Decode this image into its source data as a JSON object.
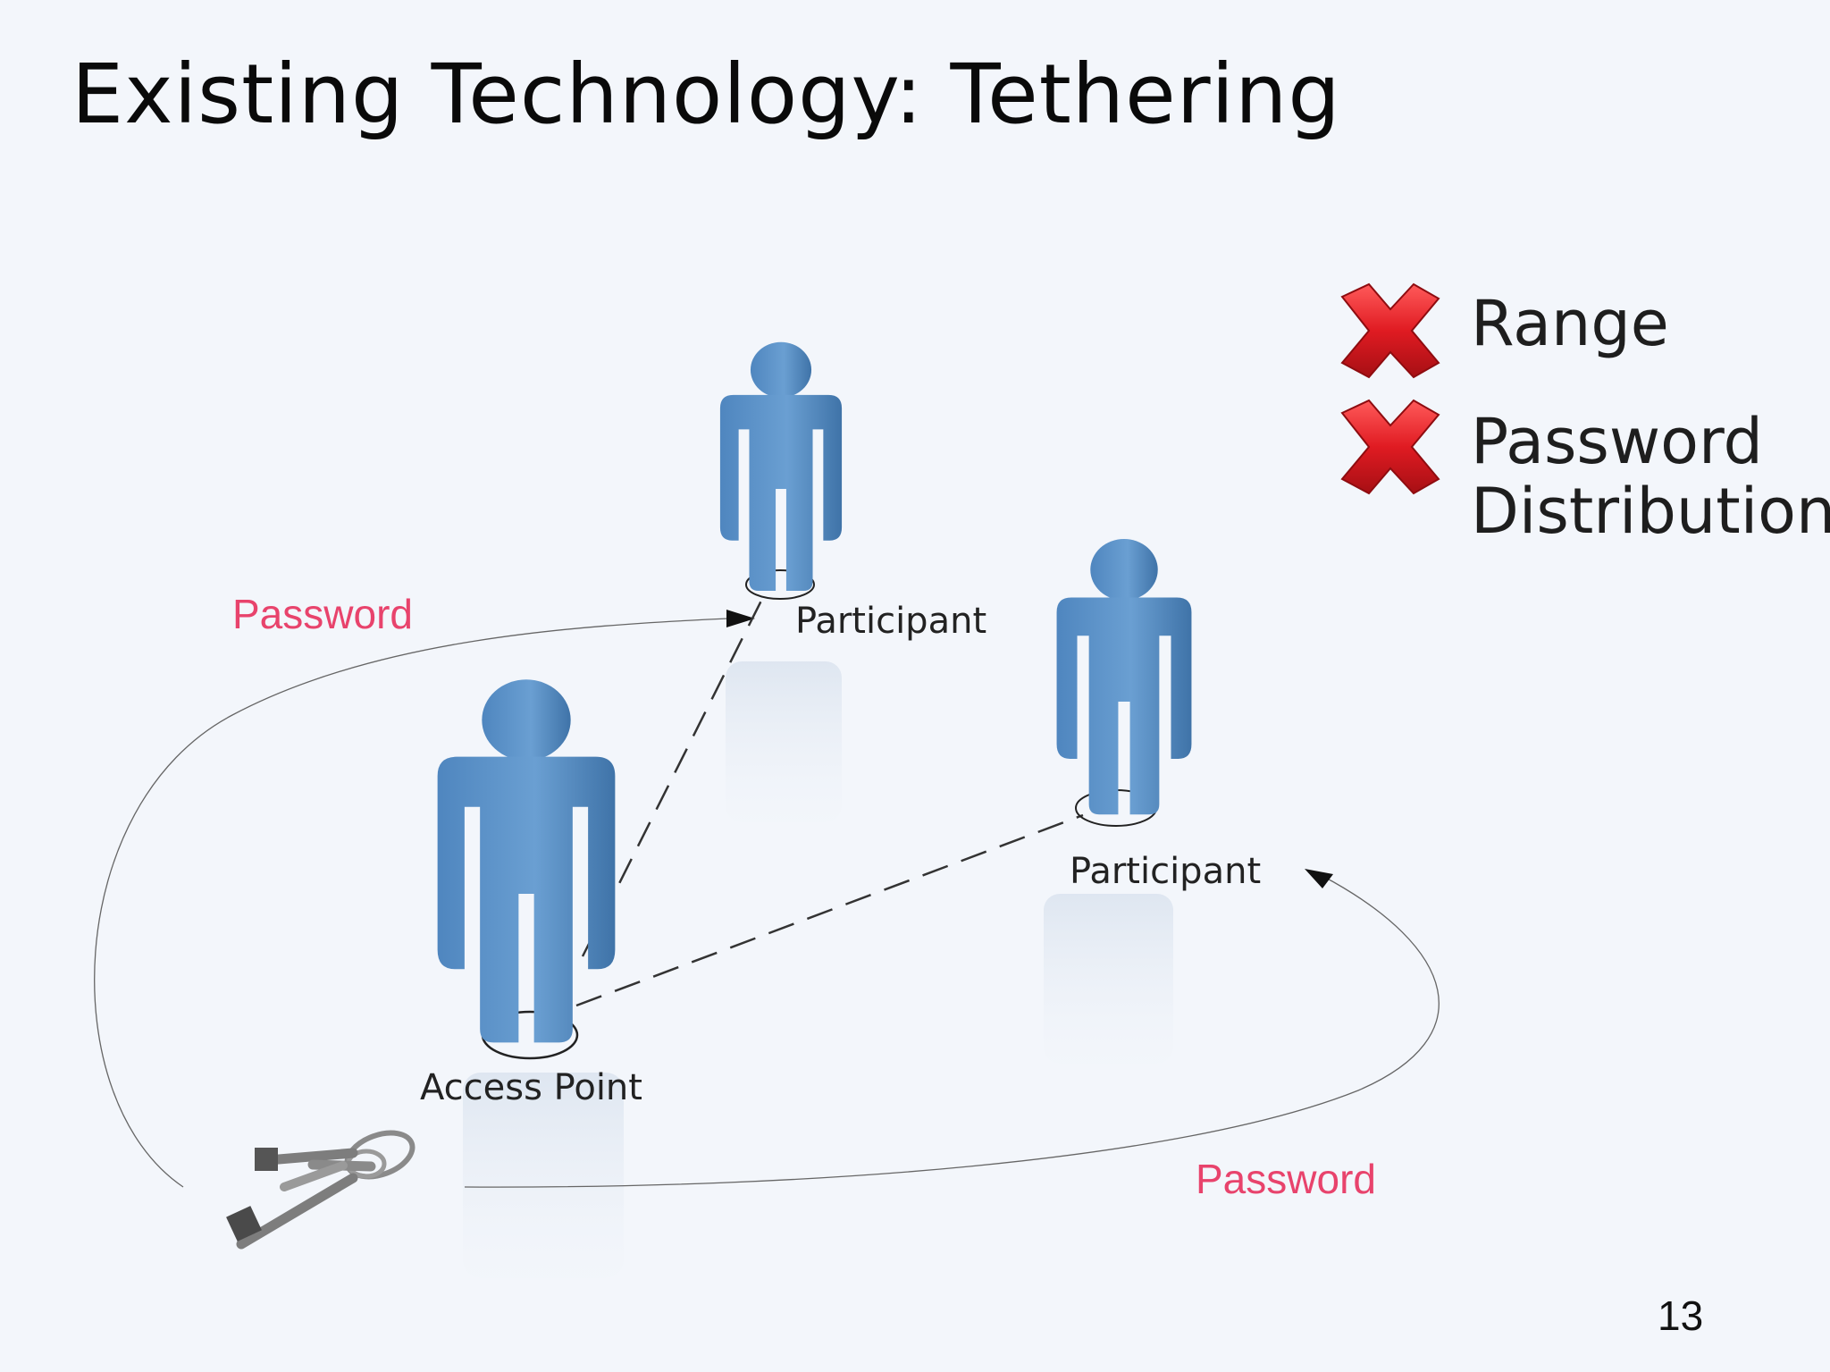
{
  "title": "Existing Technology: Tethering",
  "nodes": {
    "access_point": "Access Point",
    "participant_1": "Participant",
    "participant_2": "Participant"
  },
  "password_labels": {
    "top": "Password",
    "bottom": "Password"
  },
  "drawbacks": [
    {
      "icon": "red-x-icon",
      "lines": [
        "Range"
      ]
    },
    {
      "icon": "red-x-icon",
      "lines": [
        "Password",
        "Distribution"
      ]
    }
  ],
  "page_number": "13",
  "colors": {
    "background": "#f3f6fb",
    "figure": "#5a90c6",
    "figure_dark": "#3f73a8",
    "password": "#e8436c",
    "cross": "#e01b22"
  }
}
